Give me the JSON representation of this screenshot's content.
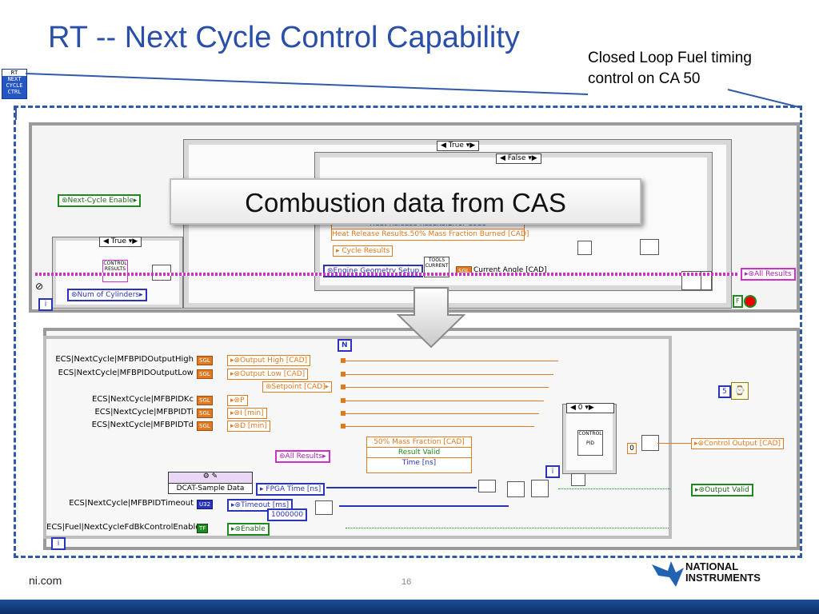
{
  "slide": {
    "title": "RT -- Next Cycle Control Capability",
    "callout_line1": "Closed Loop Fuel timing",
    "callout_line2": "control on CA 50",
    "footer_site": "ni.com",
    "page_number": "16",
    "banner": "Combustion data from CAS",
    "rt_icon": [
      "RT",
      "NEXT",
      "CYCLE",
      "CTRL"
    ]
  },
  "top_diagram": {
    "case_true_label": "True",
    "case_false_label": "False",
    "inner_case_true_label": "True",
    "next_cycle_enable": "Next-Cycle Enable",
    "num_cylinders": "Num of Cylinders",
    "heat_release_error": "Heat Release Results.Error Code",
    "heat_release_mfb": "Heat Release Results.50% Mass Fraction Burned [CAD]",
    "cycle_results": "Cycle Results",
    "engine_geometry": "Engine Geometry Setup",
    "current_angle": "Current Angle [CAD]",
    "all_results": "All Results",
    "control_label": "CONTROL",
    "results_label": "RESULTS",
    "tools_label": "TOOLS",
    "current_label": "CURRENT",
    "sgl": "SGL",
    "info": "i",
    "stop_f": "F"
  },
  "bottom_diagram": {
    "labels": [
      "ECS|NextCycle|MFBPIDOutputHigh",
      "ECS|NextCycle|MFBPIDOutputLow",
      "ECS|NextCycle|MFBPIDKc",
      "ECS|NextCycle|MFBPIDTi",
      "ECS|NextCycle|MFBPIDTd",
      "ECS|NextCycle|MFBPIDTimeout",
      "ECS|Fuel|NextCycleFdBkControlEnable"
    ],
    "output_high": "Output High [CAD]",
    "output_low": "Output Low [CAD]",
    "setpoint": "Setpoint [CAD]",
    "p": "P",
    "i_min": "I [min]",
    "d_min": "D [min]",
    "all_results": "All Results",
    "mfb50": "50% Mass Fraction [CAD]",
    "result_valid": "Result Valid",
    "time_ns": "Time [ns]",
    "dcat": "DCAT-Sample Data",
    "fpga_time": "FPGA Time [ns]",
    "timeout_ms": "Timeout [ms]",
    "timeout_const": "1000000",
    "enable": "Enable",
    "control_output": "Control Output [CAD]",
    "output_valid": "Output Valid",
    "loop_n": "N",
    "case_zero": "0",
    "const_zero": "0",
    "const_five": "5",
    "sgl": "SGL",
    "u32": "U32",
    "tf": "TF",
    "info": "i",
    "control_label": "CONTROL",
    "pid_label": "PID"
  },
  "logo": {
    "line1": "NATIONAL",
    "line2": "INSTRUMENTS"
  },
  "colors": {
    "title_blue": "#2a4fa8",
    "dashed_border": "#2e5aa8",
    "wire_orange": "#e07a20",
    "wire_pink": "#d030c8",
    "wire_blue": "#2a34b8",
    "wire_green": "#1e8a1e",
    "footer_bar": "#1c4f96"
  }
}
